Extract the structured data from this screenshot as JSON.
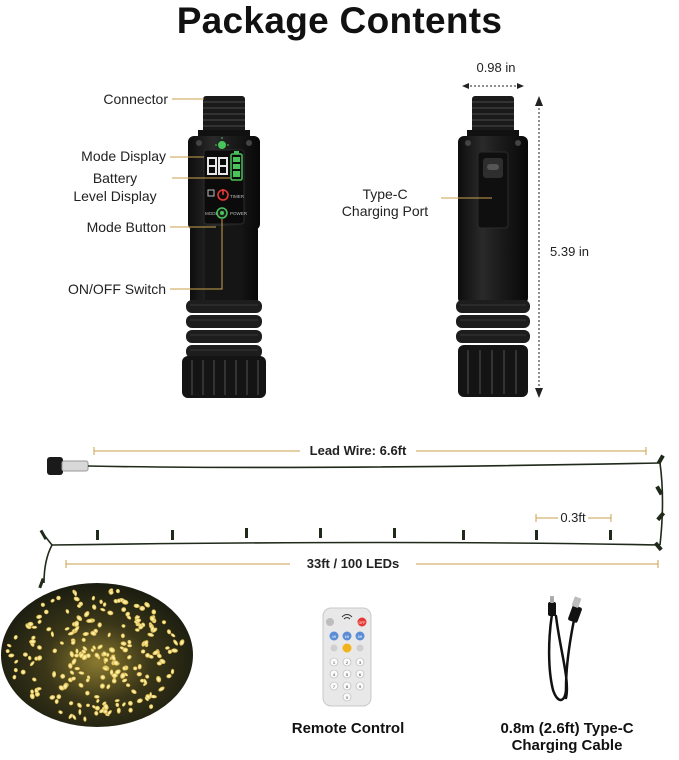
{
  "title": "Package Contents",
  "controller_labels": {
    "connector": "Connector",
    "mode_display": "Mode Display",
    "battery_line1": "Battery",
    "battery_line2": "Level Display",
    "mode_button": "Mode Button",
    "on_off_switch": "ON/OFF Switch"
  },
  "controller_panel": {
    "timer": "TIMER",
    "mode": "MODE",
    "power": "POWER"
  },
  "side_view": {
    "width": "0.98 in",
    "height": "5.39 in",
    "type_c_line1": "Type-C",
    "type_c_line2": "Charging Port"
  },
  "string_lights": {
    "lead_wire": "Lead Wire: 6.6ft",
    "spacing": "0.3ft",
    "length": "33ft / 100 LEDs"
  },
  "accessories": {
    "remote": "Remote Control",
    "cable_line1": "0.8m (2.6ft)  Type-C",
    "cable_line2": "Charging Cable"
  },
  "remote_buttons": {
    "off": "OFF",
    "timers": [
      "4H",
      "6H",
      "8H"
    ],
    "numbers": [
      "1",
      "2",
      "3",
      "4",
      "5",
      "6",
      "7",
      "8",
      "9"
    ],
    "zero": "0"
  },
  "colors": {
    "controller_body": "#1c1c1c",
    "accent_line": "#c9a24a",
    "led_warm": "#f3dd7a",
    "wire": "#1f2a1a"
  },
  "icons": [
    "bulb-icon",
    "battery-icon",
    "power-icon",
    "usb-c-port-icon",
    "arrow-icon"
  ]
}
